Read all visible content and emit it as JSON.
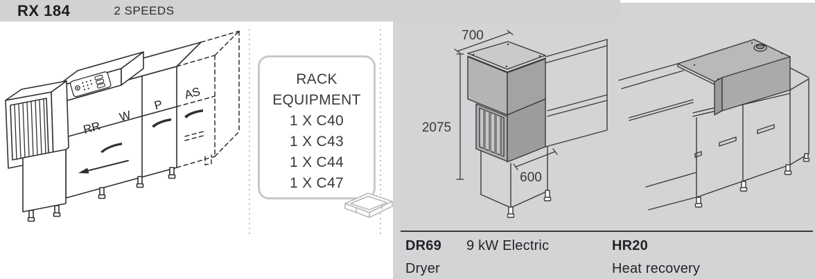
{
  "header": {
    "model": "RX 184",
    "speeds": "2 SPEEDS"
  },
  "machine_diagram": {
    "label_rr": "RR",
    "label_w": "W",
    "label_p": "P",
    "label_as": "AS"
  },
  "rack_equipment": {
    "title_line_1": "RACK",
    "title_line_2": "EQUIPMENT",
    "items": [
      "1 X C40",
      "1 X C43",
      "1 X C44",
      "1 X C47"
    ]
  },
  "dryer": {
    "code": "DR69",
    "spec": "9 kW Electric",
    "name": "Dryer",
    "dim_top": "700",
    "dim_height": "2075",
    "dim_depth": "600"
  },
  "heat_recovery": {
    "code": "HR20",
    "name": "Heat recovery"
  },
  "colors": {
    "panel": "#d3d4d6",
    "header_bar": "#d1d2d4",
    "line": "#39393b",
    "shade_top": "#c9cacc",
    "shade_left": "#b3b4b6",
    "shade_right": "#a2a3a5",
    "border": "#c7c8ca"
  }
}
